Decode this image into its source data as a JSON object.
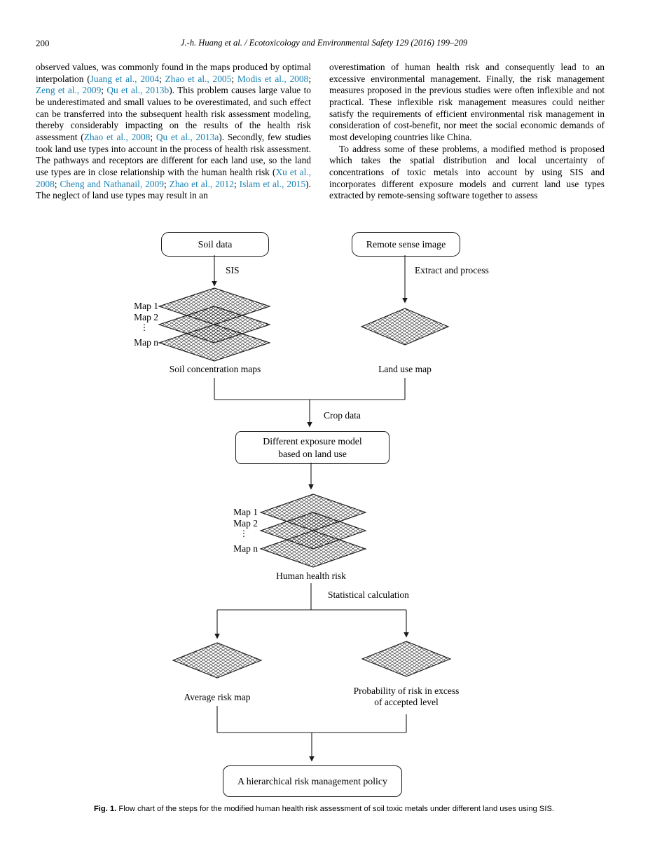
{
  "page": {
    "number": "200",
    "running_head": "J.-h. Huang et al. / Ecotoxicology and Environmental Safety 129 (2016) 199–209"
  },
  "article": {
    "left_column": [
      {
        "segments": [
          {
            "text": "observed values, was commonly found in the maps produced by optimal interpolation ("
          },
          {
            "link": "Juang et al., 2004"
          },
          {
            "text": "; "
          },
          {
            "link": "Zhao et al., 2005"
          },
          {
            "text": "; "
          },
          {
            "link": "Modis et al., 2008"
          },
          {
            "text": "; "
          },
          {
            "link": "Zeng et al., 2009"
          },
          {
            "text": "; "
          },
          {
            "link": "Qu et al., 2013b"
          },
          {
            "text": "). This problem causes large value to be underestimated and small values to be overestimated, and such effect can be transferred into the subsequent health risk assessment modeling, thereby considerably impacting on the results of the health risk assessment ("
          },
          {
            "link": "Zhao et al., 2008"
          },
          {
            "text": "; "
          },
          {
            "link": "Qu et al., 2013a"
          },
          {
            "text": "). Secondly, few studies took land use types into account in the process of health risk assessment. The pathways and receptors are different for each land use, so the land use types are in close relationship with the human health risk ("
          },
          {
            "link": "Xu et al., 2008"
          },
          {
            "text": "; "
          },
          {
            "link": "Cheng and Nathanail, 2009"
          },
          {
            "text": "; "
          },
          {
            "link": "Zhao et al., 2012"
          },
          {
            "text": "; "
          },
          {
            "link": "Islam et al., 2015"
          },
          {
            "text": "). The neglect of land use types may result in an"
          }
        ]
      }
    ],
    "right_column": [
      {
        "segments": [
          {
            "text": "overestimation of human health risk and consequently lead to an excessive environmental management. Finally, the risk management measures proposed in the previous studies were often inflexible and not practical. These inflexible risk management measures could neither satisfy the requirements of efficient environmental risk management in consideration of cost-benefit, nor meet the social economic demands of most developing countries like China."
          }
        ]
      },
      {
        "indent": true,
        "segments": [
          {
            "text": "To address some of these problems, a modified method is proposed which takes the spatial distribution and local uncertainty of concentrations of toxic metals into account by using SIS and incorporates different exposure models and current land use types extracted by remote-sensing software together to assess"
          }
        ]
      }
    ]
  },
  "figure": {
    "labels": {
      "soil_data": "Soil data",
      "sis": "SIS",
      "remote_sense_image": "Remote sense image",
      "extract_and_process": "Extract and process",
      "map_1": "Map 1",
      "map_2": "Map 2",
      "map_n": "Map n",
      "ellipsis": "⋮",
      "soil_concentration_maps": "Soil concentration maps",
      "land_use_map": "Land use map",
      "crop_data": "Crop data",
      "exposure_model_line1": "Different exposure model",
      "exposure_model_line2": "based on land use",
      "human_health_risk": "Human health risk",
      "statistical_calculation": "Statistical calculation",
      "average_risk_map": "Average risk map",
      "probability_line1": "Probability of risk in excess",
      "probability_line2": "of accepted level",
      "policy": "A hierarchical risk management  policy"
    },
    "caption": {
      "label": "Fig. 1.",
      "text": "Flow chart of the steps for the modified human health risk assessment of soil toxic metals under different land uses using SIS."
    }
  },
  "colors": {
    "citation": "#1a82b4",
    "line": "#1a1a1a"
  }
}
